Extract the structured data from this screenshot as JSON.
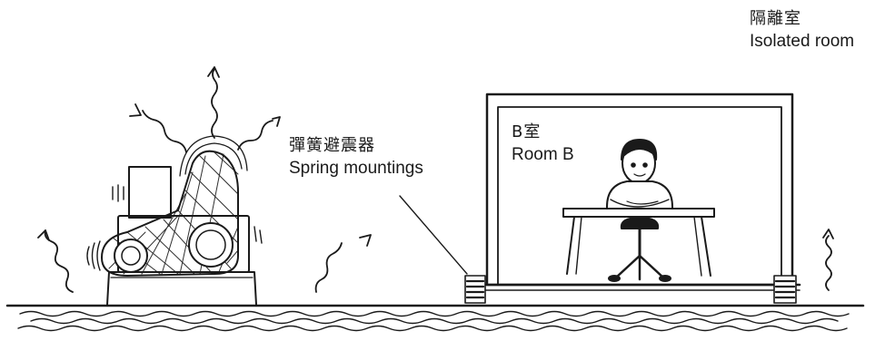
{
  "labels": {
    "isolated_room": {
      "zh": "隔離室",
      "en": "Isolated room"
    },
    "spring_mountings": {
      "zh": "彈簧避震器",
      "en": "Spring mountings"
    },
    "room_b": {
      "zh": "B室",
      "en": "Room B"
    }
  },
  "colors": {
    "ink": "#1a1a1a",
    "background": "#ffffff"
  }
}
